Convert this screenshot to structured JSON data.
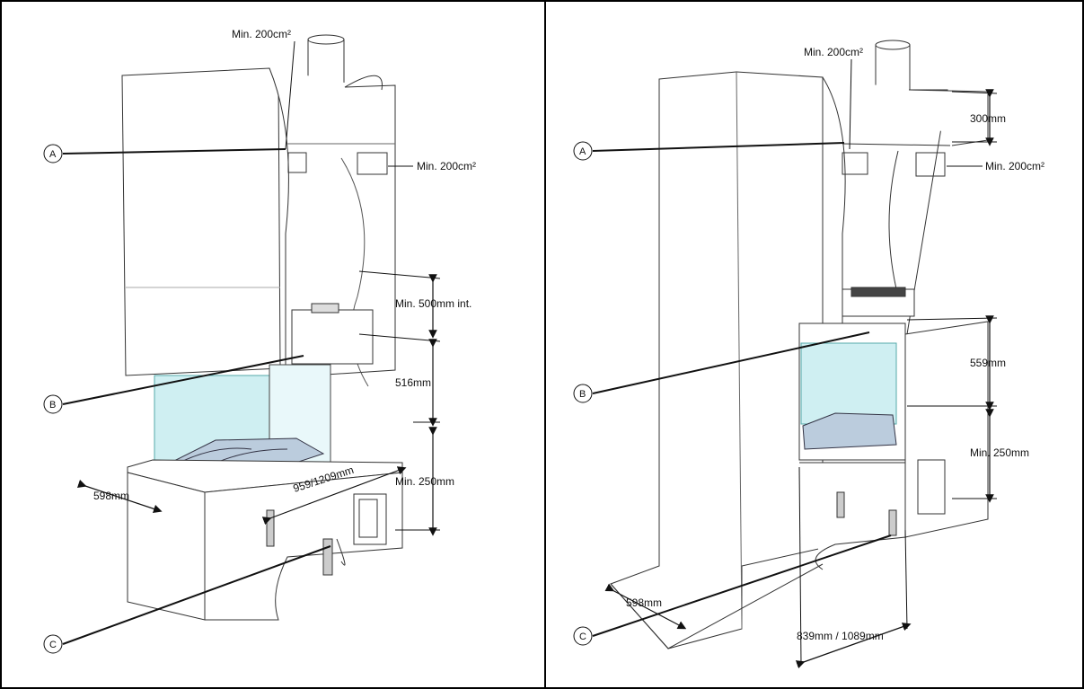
{
  "left_panel": {
    "label_vent_top": "Min. 200cm²",
    "label_vent_right": "Min. 200cm²",
    "label_chamber": "Min. 500mm int.",
    "label_height_516": "516mm",
    "label_base_250": "Min. 250mm",
    "label_depth_598": "598mm",
    "label_width": "959/1209mm"
  },
  "right_panel": {
    "label_vent_top": "Min. 200cm²",
    "label_vent_right": "Min. 200cm²",
    "label_300": "300mm",
    "label_559": "559mm",
    "label_base_250": "Min. 250mm",
    "label_depth_598": "598mm",
    "label_width": "839mm / 1089mm"
  },
  "callouts": [
    "A",
    "B",
    "C"
  ],
  "colors": {
    "glass": "#cfeff2",
    "line": "#222222",
    "frame": "#000000"
  }
}
